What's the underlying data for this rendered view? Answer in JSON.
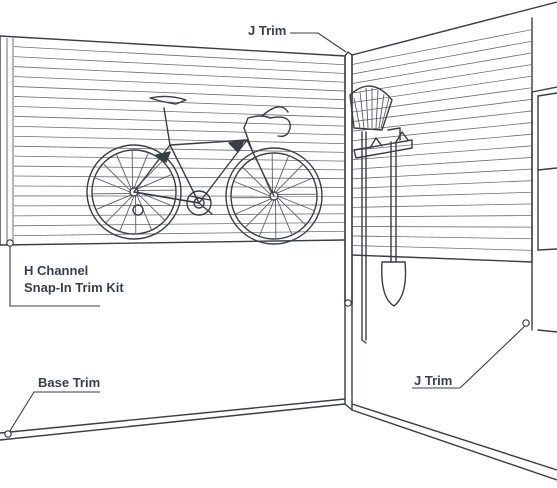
{
  "labels": {
    "j_trim_top": "J Trim",
    "h_channel_line1": "H Channel",
    "h_channel_line2": "Snap-In Trim Kit",
    "base_trim": "Base Trim",
    "j_trim_right": "J Trim"
  },
  "colors": {
    "line": "#3a3d46",
    "text": "#3b3f4a",
    "background": "#ffffff"
  },
  "icons": [
    "bicycle-icon",
    "rake-icon",
    "shovel-icon",
    "wall-hook-icon",
    "window-icon"
  ]
}
